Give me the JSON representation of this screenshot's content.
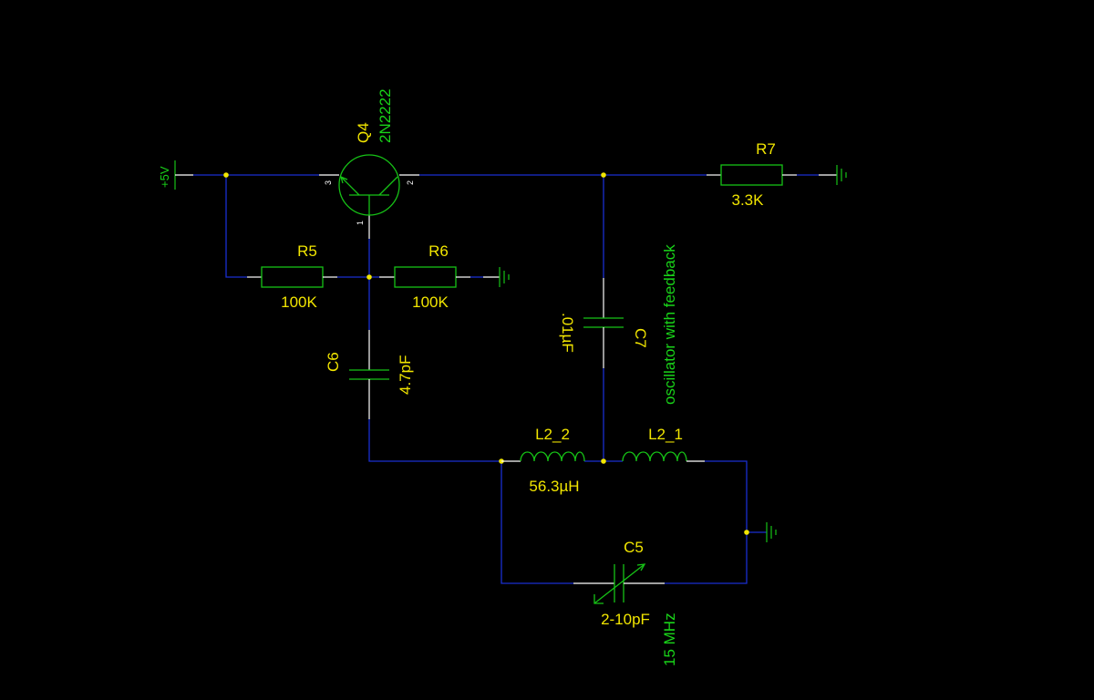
{
  "supply": {
    "label": "+5V"
  },
  "q4": {
    "ref": "Q4",
    "part": "2N2222",
    "pin_base": "1",
    "pin_collector": "2",
    "pin_emitter": "3"
  },
  "r5": {
    "ref": "R5",
    "value": "100K"
  },
  "r6": {
    "ref": "R6",
    "value": "100K"
  },
  "r7": {
    "ref": "R7",
    "value": "3.3K"
  },
  "c6": {
    "ref": "C6",
    "value": "4.7pF"
  },
  "c7": {
    "ref": "C7",
    "value": ".01µF"
  },
  "c5": {
    "ref": "C5",
    "value": "2-10pF"
  },
  "l2_2": {
    "ref": "L2_2",
    "value": "56.3µH"
  },
  "l2_1": {
    "ref": "L2_1"
  },
  "notes": {
    "feedback": "oscillator with feedback",
    "frequency": "15 MHz"
  },
  "colors": {
    "background": "#000000",
    "wire": "#1a2fd0",
    "component": "#16c216",
    "label": "#f2e600",
    "annotation": "#19d419",
    "junction": "#f2e600"
  }
}
